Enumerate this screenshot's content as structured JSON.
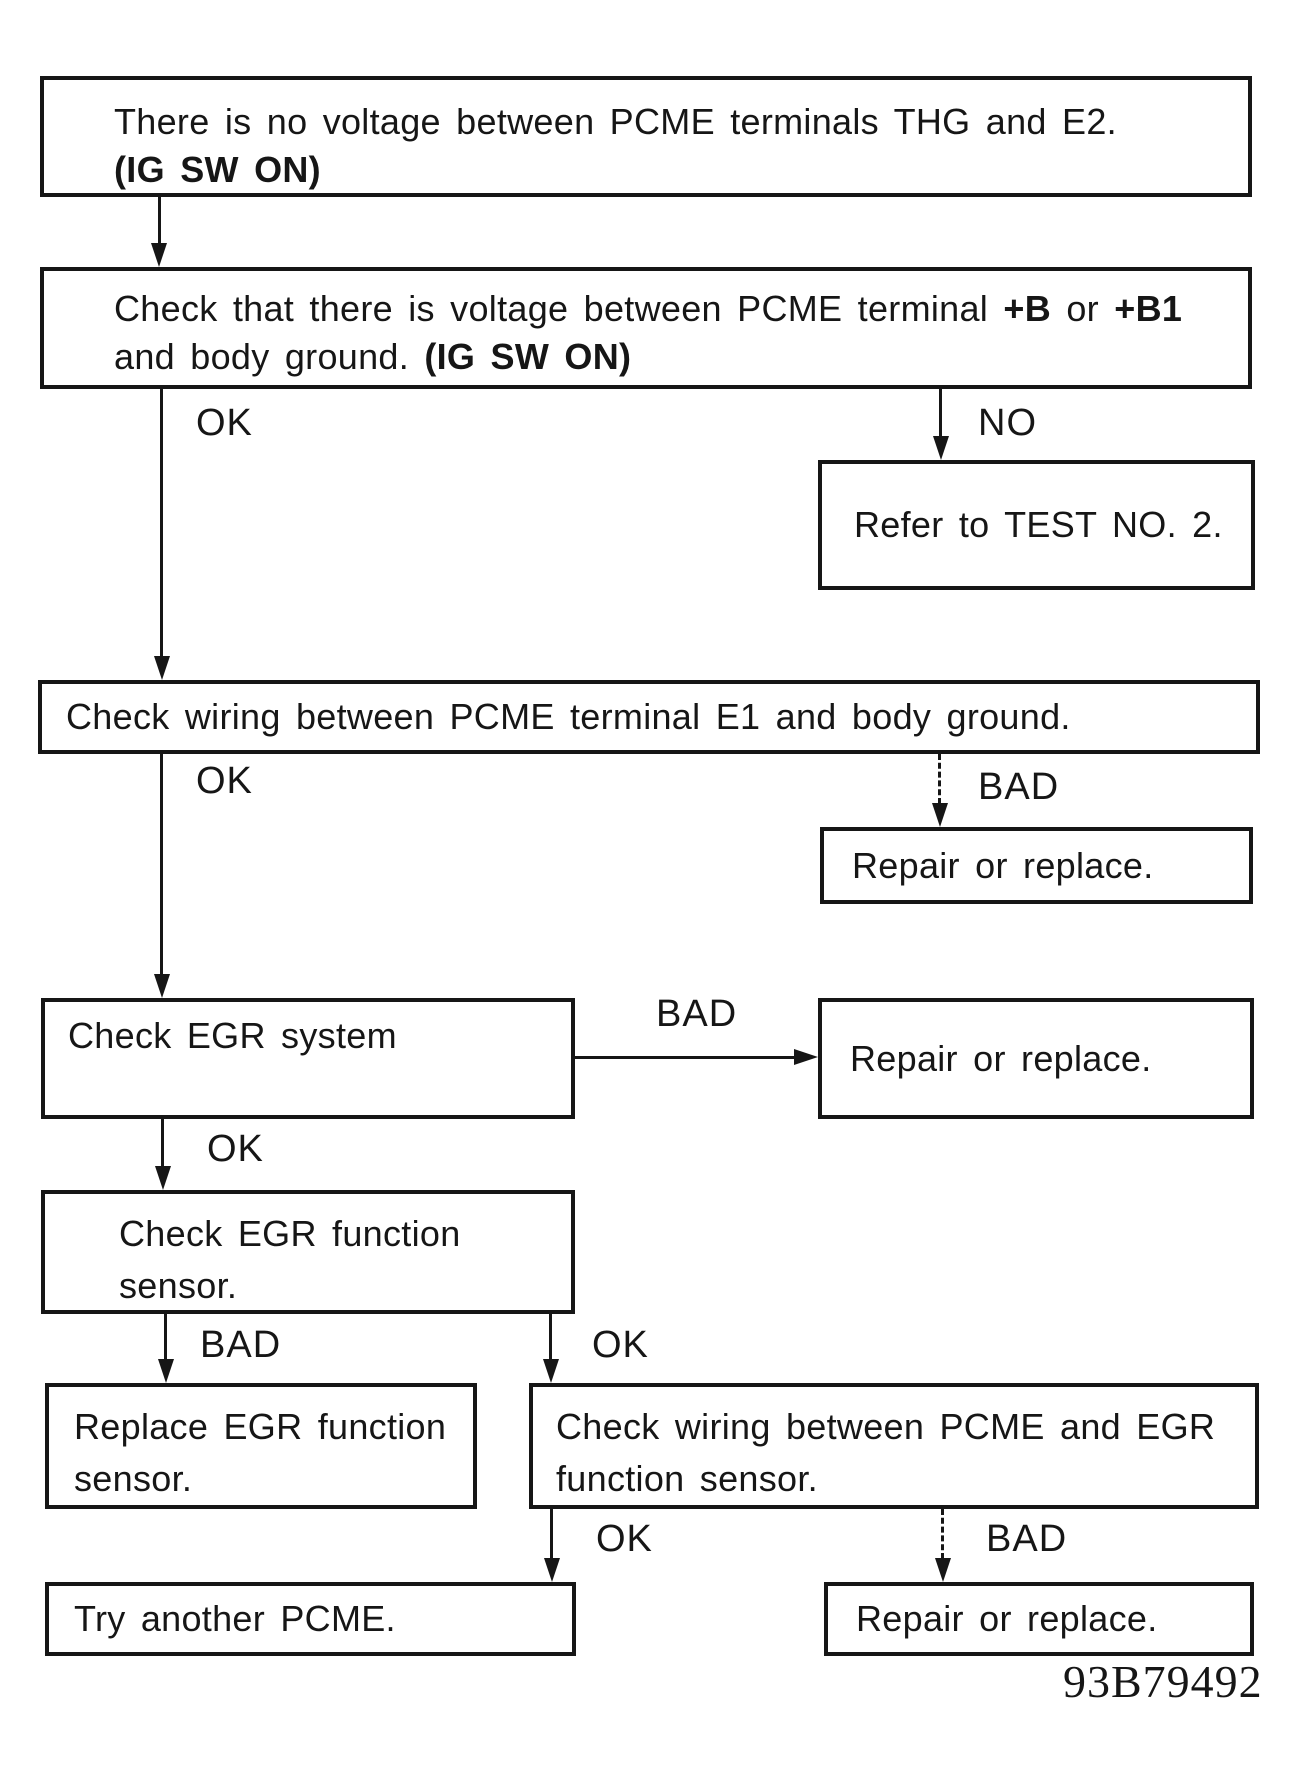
{
  "figure": {
    "code": "93B79492"
  },
  "labels": {
    "ok": "OK",
    "no": "NO",
    "bad": "BAD"
  },
  "nodes": {
    "problem": {
      "line1": "There is no voltage between PCME terminals THG and E2.",
      "line2": "(IG SW ON)"
    },
    "check_b_voltage": {
      "line1_a": "Check that there is voltage between PCME terminal ",
      "line1_b": "+B",
      "line1_c": " or ",
      "line1_d": "+B1",
      "line2_a": "and body ground. ",
      "line2_b": "(IG SW ON)"
    },
    "refer_test": {
      "text": "Refer to TEST NO. 2."
    },
    "check_e1_wiring": {
      "text": "Check wiring between PCME terminal E1 and body ground."
    },
    "repair_e1": {
      "text": "Repair or replace."
    },
    "check_egr_system": {
      "text": "Check EGR system"
    },
    "repair_egr": {
      "text": "Repair or replace."
    },
    "check_egr_sensor": {
      "line1": "Check EGR function",
      "line2": "sensor."
    },
    "replace_egr_sensor": {
      "line1": "Replace EGR function",
      "line2": "sensor."
    },
    "check_pcme_egr_wiring": {
      "line1": "Check wiring between PCME and EGR",
      "line2": "function sensor."
    },
    "try_pcme": {
      "text": "Try another PCME."
    },
    "repair_wiring": {
      "text": "Repair or replace."
    }
  }
}
